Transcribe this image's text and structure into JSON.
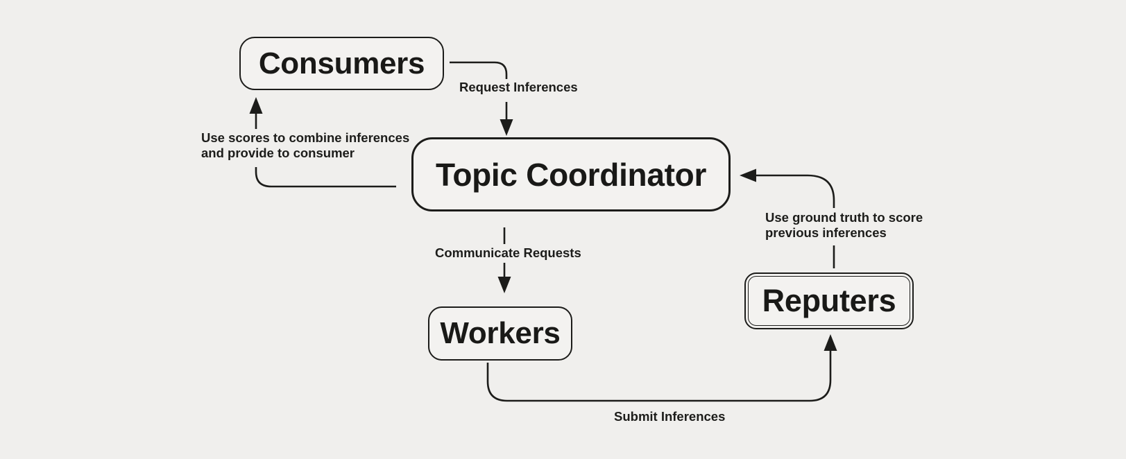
{
  "canvas": {
    "background_color": "#f0efed",
    "ink_color": "#1c1c1a"
  },
  "nodes": [
    {
      "id": "consumers",
      "label": "Consumers"
    },
    {
      "id": "topic_coordinator",
      "label": "Topic Coordinator"
    },
    {
      "id": "workers",
      "label": "Workers"
    },
    {
      "id": "reputers",
      "label": "Reputers"
    }
  ],
  "edges": [
    {
      "from": "Consumers",
      "to": "Topic Coordinator",
      "label": "Request Inferences"
    },
    {
      "from": "Topic Coordinator",
      "to": "Consumers",
      "label": "Use scores to combine inferences\nand provide to consumer"
    },
    {
      "from": "Topic Coordinator",
      "to": "Workers",
      "label": "Communicate Requests"
    },
    {
      "from": "Workers",
      "to": "Reputers",
      "label": "Submit Inferences"
    },
    {
      "from": "Reputers",
      "to": "Topic Coordinator",
      "label": "Use ground truth to score\nprevious inferences"
    }
  ]
}
